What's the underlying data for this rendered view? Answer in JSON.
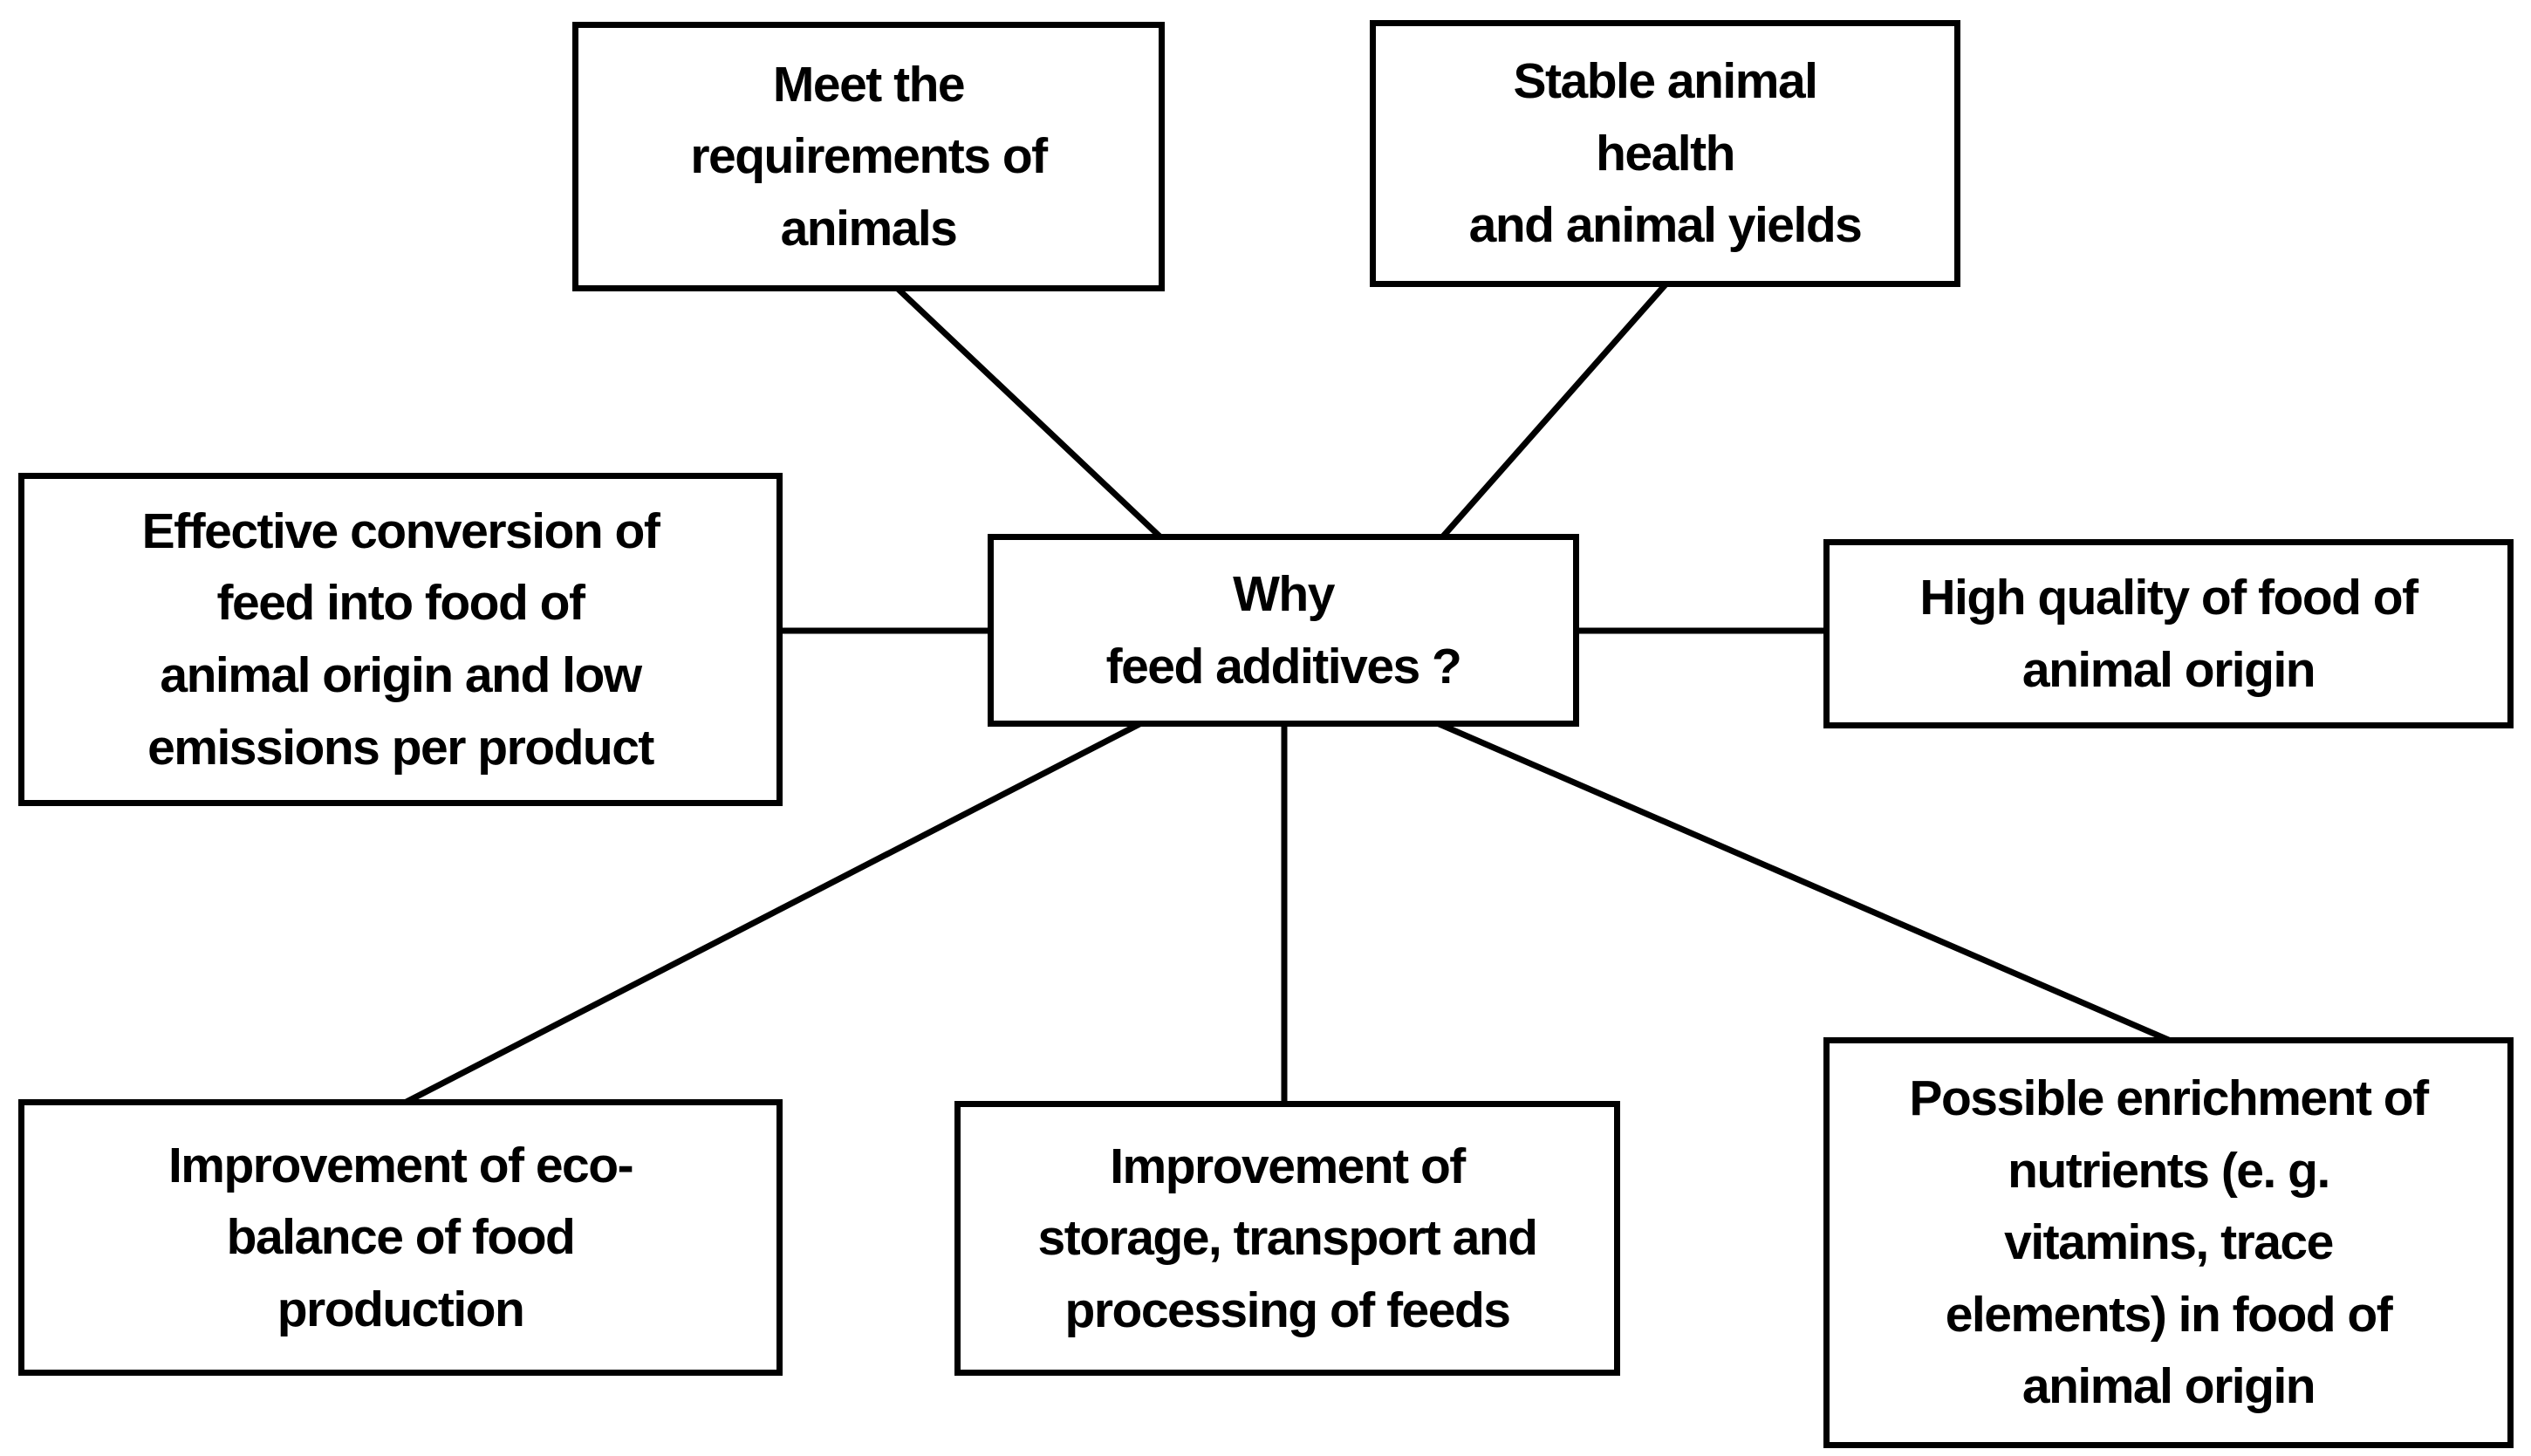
{
  "diagram": {
    "background_color": "#ffffff",
    "box_fill_color": "#ffffff",
    "box_border_color": "#000000",
    "text_color": "#000000",
    "connector_color": "#000000",
    "nodes": {
      "center": {
        "label": "Why\nfeed additives ?"
      },
      "top_left": {
        "label": "Meet the\nrequirements of\nanimals"
      },
      "top_right": {
        "label": "Stable animal\nhealth\nand animal yields"
      },
      "left": {
        "label": "Effective conversion of\nfeed into food of\nanimal origin and low\nemissions per product"
      },
      "right": {
        "label": "High quality of food of\nanimal origin"
      },
      "bottom_left": {
        "label": "Improvement of eco-\nbalance of food\nproduction"
      },
      "bottom_middle": {
        "label": "Improvement of\nstorage, transport and\nprocessing of feeds"
      },
      "bottom_right": {
        "label": "Possible enrichment of\nnutrients (e. g.\nvitamins, trace\nelements) in food of\nanimal origin"
      }
    }
  }
}
